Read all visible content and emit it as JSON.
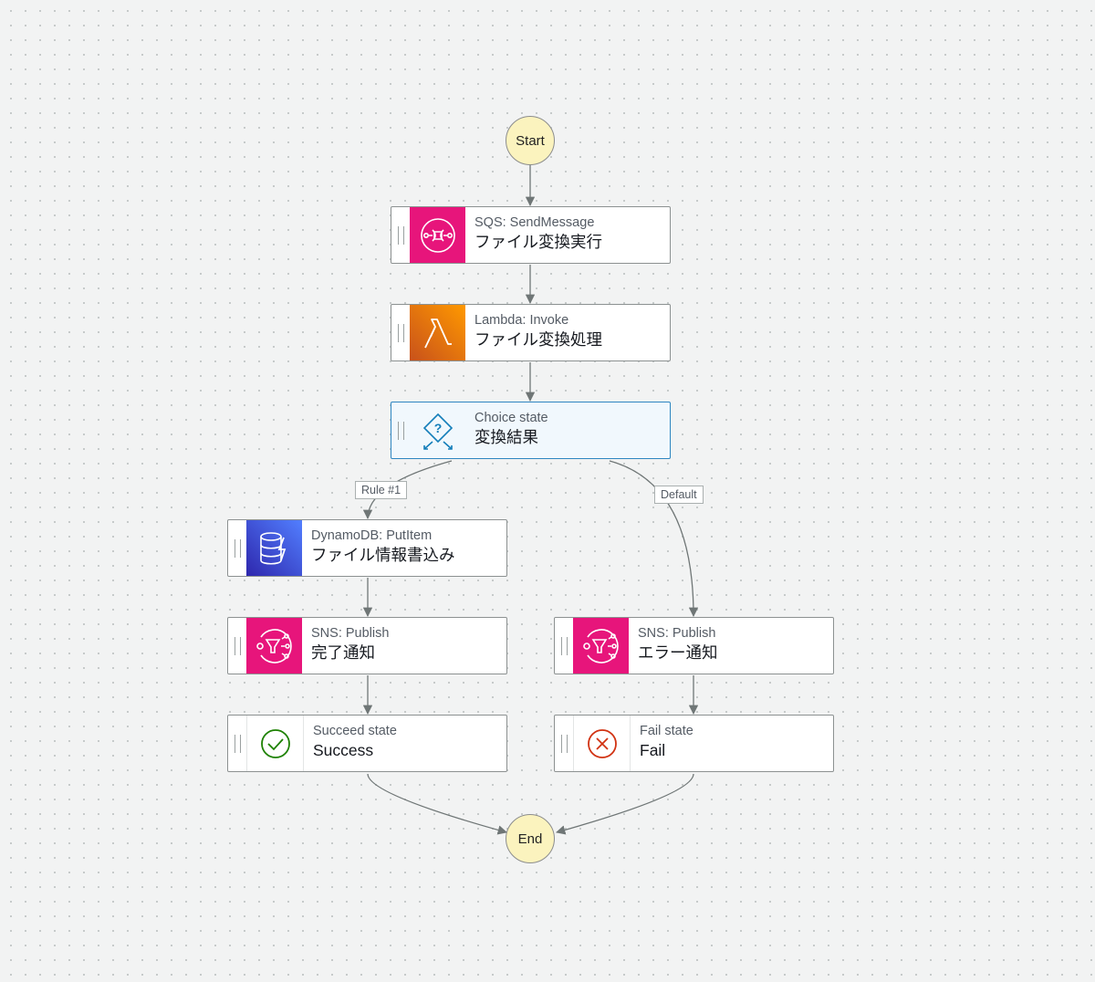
{
  "colors": {
    "sqs": "#e7157b",
    "lambda": "#ed7100",
    "dynamodb": "#3b48cc",
    "sns": "#e7157b",
    "choice": "#147eba",
    "succeed": "#1d8102",
    "fail": "#d13212",
    "terminal_fill": "#fbf3be",
    "edge": "#6f7676"
  },
  "start": {
    "label": "Start"
  },
  "end": {
    "label": "End"
  },
  "states": {
    "sqs": {
      "type": "SQS: SendMessage",
      "name": "ファイル変換実行",
      "icon": "sqs-queue-icon"
    },
    "lambda": {
      "type": "Lambda: Invoke",
      "name": "ファイル変換処理",
      "icon": "lambda-icon"
    },
    "choice": {
      "type": "Choice state",
      "name": "変換結果",
      "icon": "choice-diamond-icon"
    },
    "dynamodb": {
      "type": "DynamoDB: PutItem",
      "name": "ファイル情報書込み",
      "icon": "dynamodb-icon"
    },
    "sns_done": {
      "type": "SNS: Publish",
      "name": "完了通知",
      "icon": "sns-topic-icon"
    },
    "sns_error": {
      "type": "SNS: Publish",
      "name": "エラー通知",
      "icon": "sns-topic-icon"
    },
    "succeed": {
      "type": "Succeed state",
      "name": "Success",
      "icon": "check-circle-icon"
    },
    "fail": {
      "type": "Fail state",
      "name": "Fail",
      "icon": "x-circle-icon"
    }
  },
  "edge_labels": {
    "rule1": "Rule #1",
    "default": "Default"
  }
}
